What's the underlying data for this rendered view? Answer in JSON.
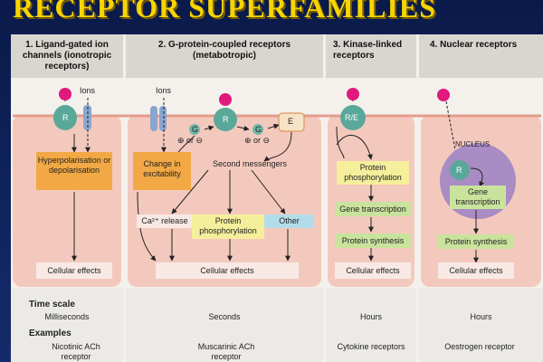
{
  "slide_title": "RECEPTOR SUPERFAMILIES",
  "columns": [
    {
      "header": "1. Ligand-gated ion channels (ionotropic receptors)"
    },
    {
      "header": "2. G-protein-coupled receptors (metabotropic)"
    },
    {
      "header": "3. Kinase-linked receptors"
    },
    {
      "header": "4. Nuclear receptors"
    }
  ],
  "labels": {
    "ions_1": "Ions",
    "ions_2": "Ions",
    "receptor_r": "R",
    "receptor_re": "R/E",
    "g_protein": "G",
    "effector_e": "E",
    "plus_or_minus": "⊕ or ⊖",
    "nucleus": "NUCLEUS",
    "second_messengers": "Second messengers",
    "ca_release": "Ca²⁺ release"
  },
  "boxes": {
    "hyperpolarisation": "Hyperpolarisation or depolarisation",
    "change_excitability": "Change in excitability",
    "protein_phosphorylation_2": "Protein phosphorylation",
    "other": "Other",
    "protein_phosphorylation_3": "Protein phosphorylation",
    "gene_transcription_3": "Gene transcription",
    "protein_synthesis_3": "Protein synthesis",
    "gene_transcription_4": "Gene transcription",
    "protein_synthesis_4": "Protein synthesis",
    "cellular_effects_1": "Cellular effects",
    "cellular_effects_2": "Cellular effects",
    "cellular_effects_3": "Cellular effects",
    "cellular_effects_4": "Cellular effects"
  },
  "timescale": {
    "heading": "Time scale",
    "values": [
      "Milliseconds",
      "Seconds",
      "Hours",
      "Hours"
    ]
  },
  "examples": {
    "heading": "Examples",
    "values": [
      "Nicotinic ACh receptor",
      "Muscarinic ACh receptor",
      "Cytokine receptors",
      "Oestrogen receptor"
    ]
  },
  "colors": {
    "band": "#f4c9bd",
    "title": "#f6d600",
    "ligand": "#e0197c",
    "receptor": "#5aa89a",
    "channel": "#8aa6cf",
    "nucleus": "#a98cc4"
  }
}
